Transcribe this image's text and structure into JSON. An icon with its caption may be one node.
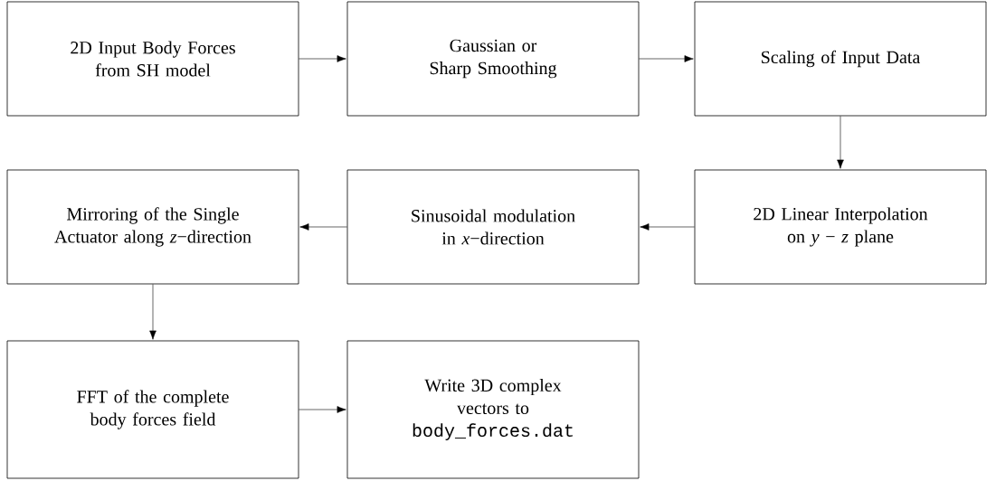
{
  "diagram": {
    "nodes": [
      {
        "text": [
          "2D Input Body Forces from SH model"
        ]
      },
      {
        "text": [
          "Gaussian or Sharp Smoothing"
        ]
      },
      {
        "text": [
          "Scaling of Input Data"
        ]
      },
      {
        "text": [
          "2D Linear Interpolation on *y* − *z* plane"
        ]
      },
      {
        "text": [
          "Sinusoidal modulation in *x*−direction"
        ]
      },
      {
        "text": [
          "Mirroring of the Single Actuator along *z*−direction"
        ]
      },
      {
        "text": [
          "FFT of the complete body forces field"
        ]
      },
      {
        "text": [
          "Write 3D complex vectors to",
          "body_forces.dat"
        ]
      }
    ],
    "edges": [
      {
        "from": 0,
        "to": 1,
        "arrow": "to"
      },
      {
        "from": 1,
        "to": 2,
        "arrow": "to"
      },
      {
        "from": 2,
        "to": 3,
        "arrow": "to"
      },
      {
        "from": 3,
        "to": 4,
        "arrow": "to"
      },
      {
        "from": 4,
        "to": 5,
        "arrow": "to"
      },
      {
        "from": 5,
        "to": 6,
        "arrow": "to"
      },
      {
        "from": 6,
        "to": 7,
        "arrow": "to"
      }
    ]
  }
}
